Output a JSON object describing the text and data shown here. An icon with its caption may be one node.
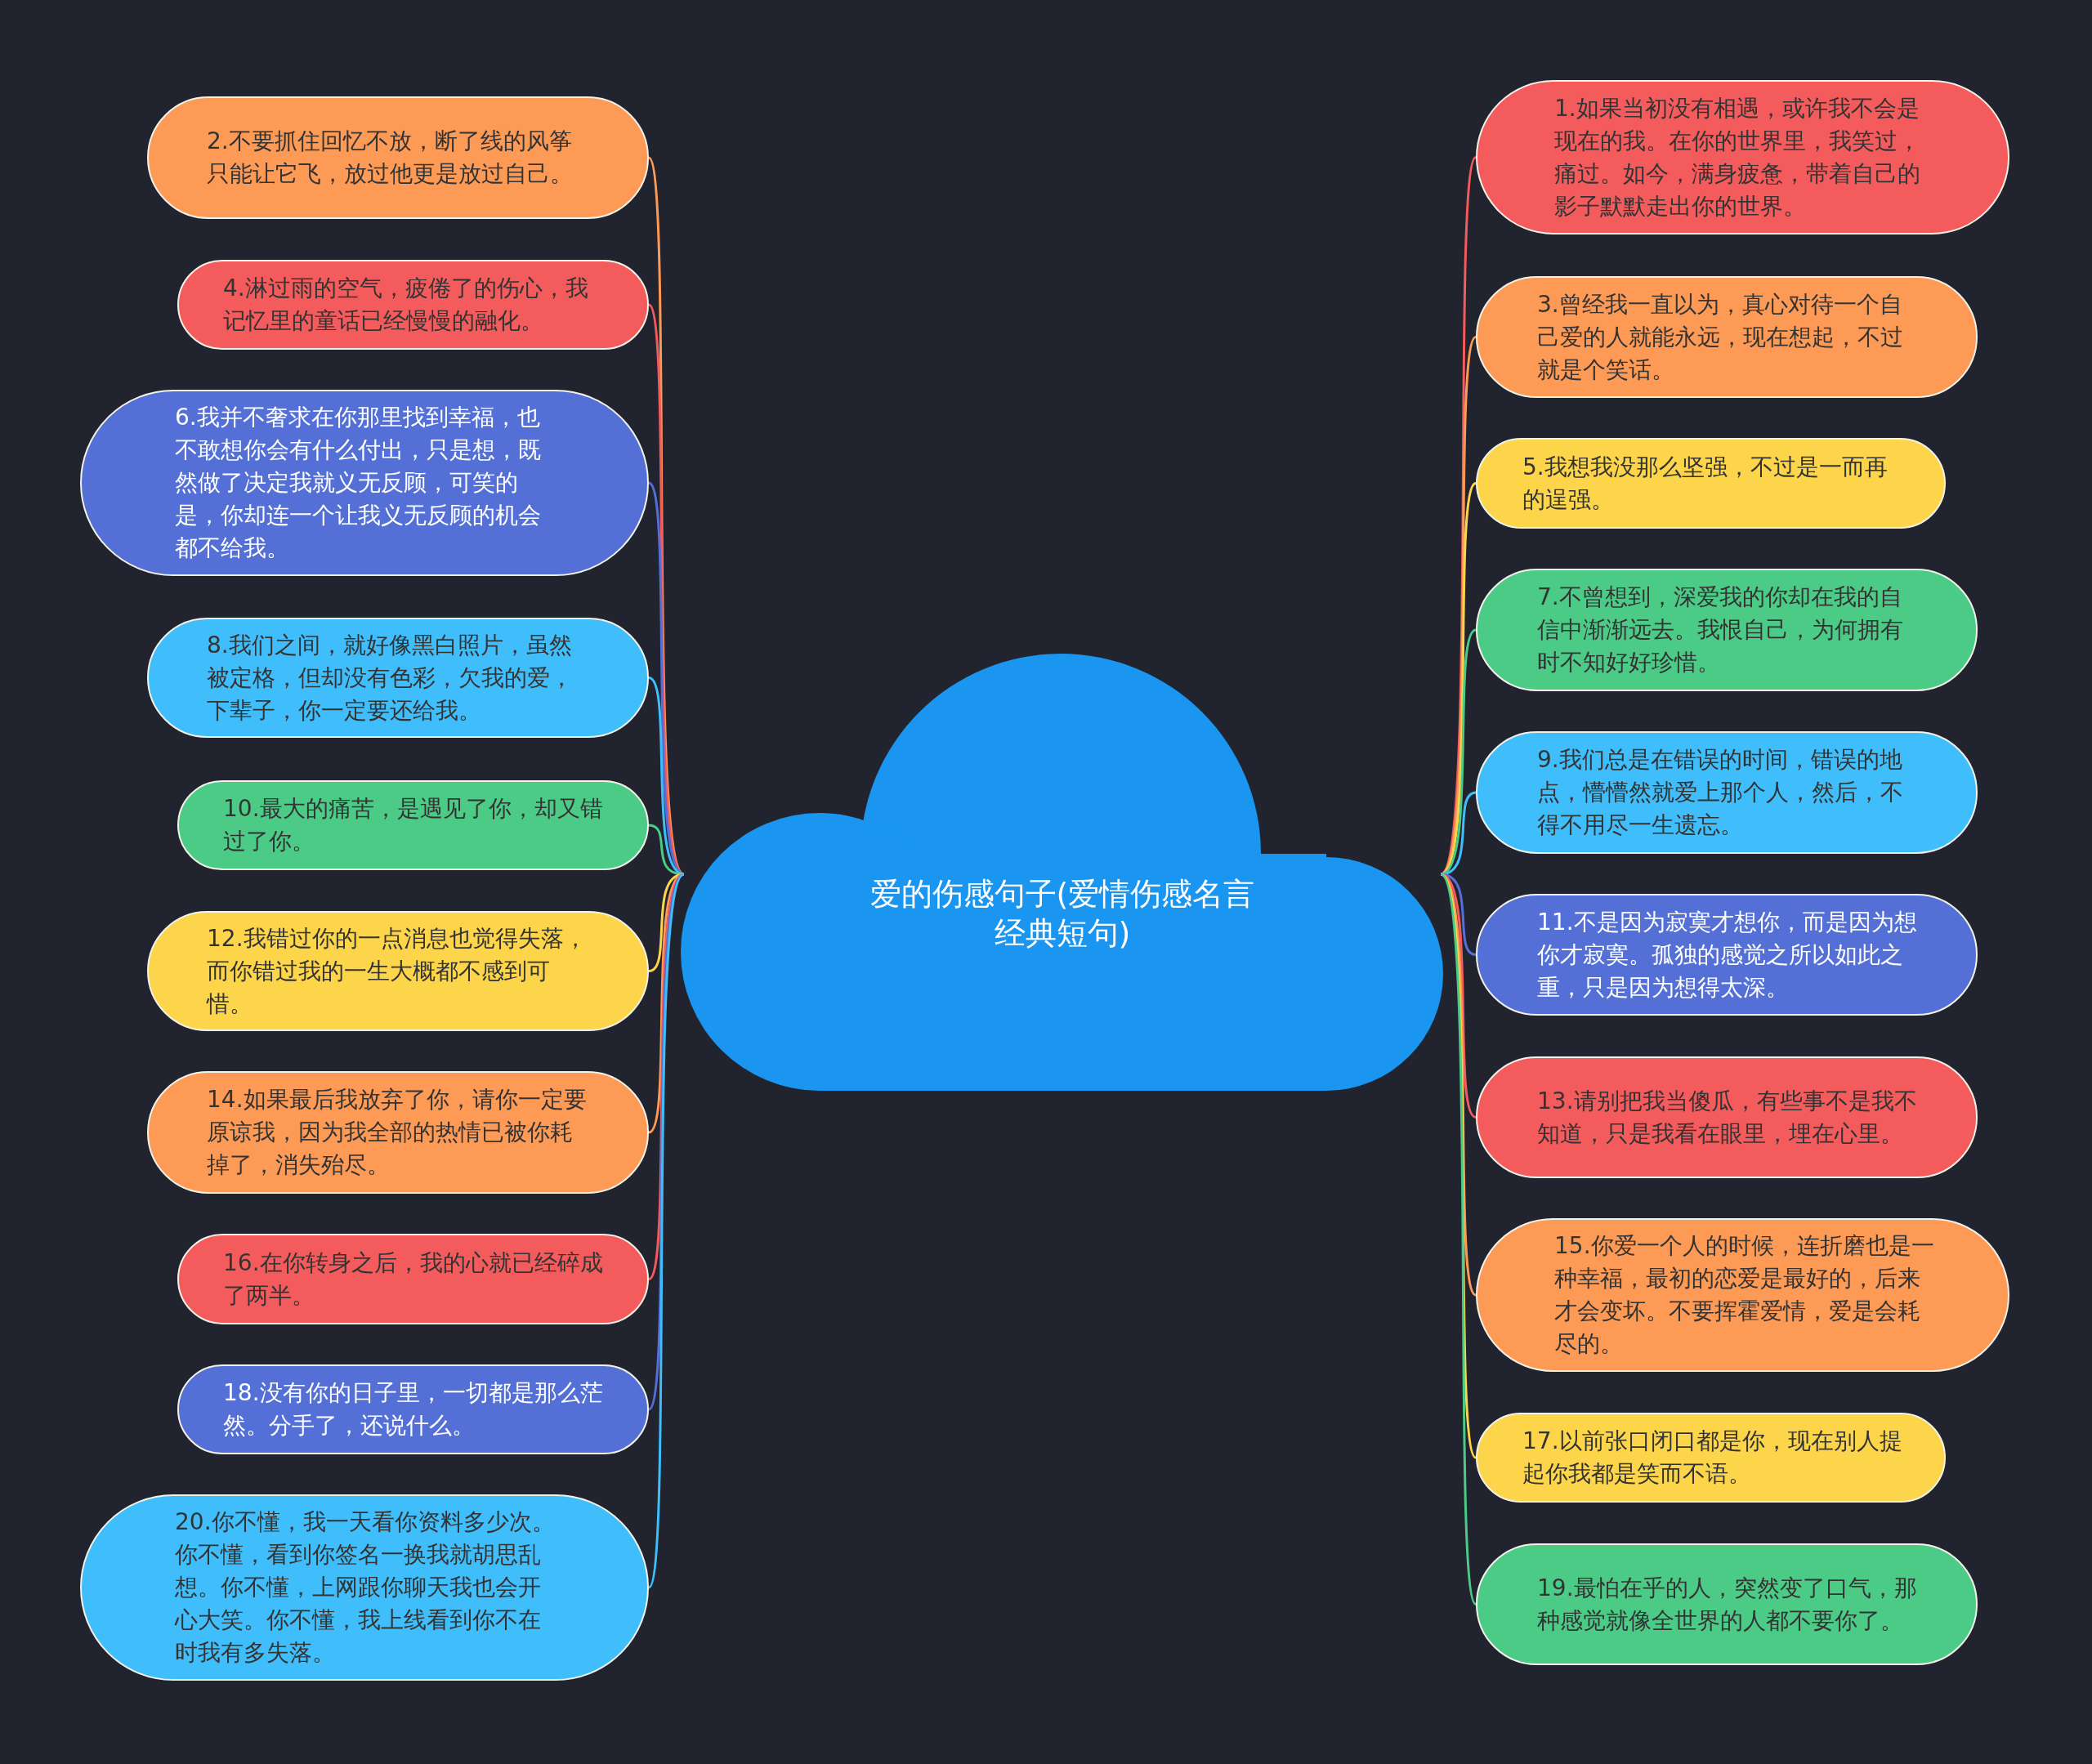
{
  "diagram": {
    "nodes": [
      {
        "text": [
          "爱的伤感句子(爱情伤感名言经典短句)"
        ]
      },
      {
        "text": [
          "1.如果当初没有相遇，或许我不会是现在的我。在你的世界里，我笑过，痛过。如今，满身疲惫，带着自己的影子默默走出你的世界。"
        ]
      },
      {
        "text": [
          "2.不要抓住回忆不放，断了线的风筝只能让它飞，放过他更是放过自己。"
        ]
      },
      {
        "text": [
          "3.曾经我一直以为，真心对待一个自己爱的人就能永远，现在想起，不过就是个笑话。"
        ]
      },
      {
        "text": [
          "4.淋过雨的空气，疲倦了的伤心，我记忆里的童话已经慢慢的融化。"
        ]
      },
      {
        "text": [
          "5.我想我没那么坚强，不过是一而再的逞强。"
        ]
      },
      {
        "text": [
          "6.我并不奢求在你那里找到幸福，也不敢想你会有什么付出，只是想，既然做了决定我就义无反顾，可笑的是，你却连一个让我义无反顾的机会都不给我。"
        ]
      },
      {
        "text": [
          "7.不曾想到，深爱我的你却在我的自信中渐渐远去。我恨自己，为何拥有时不知好好珍惜。"
        ]
      },
      {
        "text": [
          "8.我们之间，就好像黑白照片，虽然被定格，但却没有色彩，欠我的爱，下辈子，你一定要还给我。"
        ]
      },
      {
        "text": [
          "9.我们总是在错误的时间，错误的地点，懵懵然就爱上那个人，然后，不得不用尽一生遗忘。"
        ]
      },
      {
        "text": [
          "10.最大的痛苦，是遇见了你，却又错过了你。"
        ]
      },
      {
        "text": [
          "11.不是因为寂寞才想你，而是因为想你才寂寞。孤独的感觉之所以如此之重，只是因为想得太深。"
        ]
      },
      {
        "text": [
          "12.我错过你的一点消息也觉得失落，而你错过我的一生大概都不感到可惜。"
        ]
      },
      {
        "text": [
          "13.请别把我当傻瓜，有些事不是我不知道，只是我看在眼里，埋在心里。"
        ]
      },
      {
        "text": [
          "14.如果最后我放弃了你，请你一定要原谅我，因为我全部的热情已被你耗掉了，消失殆尽。"
        ]
      },
      {
        "text": [
          "15.你爱一个人的时候，连折磨也是一种幸福，最初的恋爱是最好的，后来才会变坏。不要挥霍爱情，爱是会耗尽的。"
        ]
      },
      {
        "text": [
          "16.在你转身之后，我的心就已经碎成了两半。"
        ]
      },
      {
        "text": [
          "17.以前张口闭口都是你，现在别人提起你我都是笑而不语。"
        ]
      },
      {
        "text": [
          "18.没有你的日子里，一切都是那么茫然。分手了，还说什么。"
        ]
      },
      {
        "text": [
          "19.最怕在乎的人，突然变了口气，那种感觉就像全世界的人都不要你了。"
        ]
      },
      {
        "text": [
          "20.你不懂，我一天看你资料多少次。你不懂，看到你签名一换我就胡思乱想。你不懂，上网跟你聊天我也会开心大笑。你不懂，我上线看到你不在时我有多失落。"
        ]
      }
    ],
    "edges": [
      {
        "from": 0,
        "to": 1,
        "arrow": "none",
        "color": "#f45b5c"
      },
      {
        "from": 0,
        "to": 2,
        "arrow": "none",
        "color": "#fd9a55"
      },
      {
        "from": 0,
        "to": 3,
        "arrow": "none",
        "color": "#fd9a55"
      },
      {
        "from": 0,
        "to": 4,
        "arrow": "none",
        "color": "#f45b5c"
      },
      {
        "from": 0,
        "to": 5,
        "arrow": "none",
        "color": "#fdd54a"
      },
      {
        "from": 0,
        "to": 6,
        "arrow": "none",
        "color": "#5470d6"
      },
      {
        "from": 0,
        "to": 7,
        "arrow": "none",
        "color": "#4ccb87"
      },
      {
        "from": 0,
        "to": 8,
        "arrow": "none",
        "color": "#3fbefb"
      },
      {
        "from": 0,
        "to": 9,
        "arrow": "none",
        "color": "#3fbefb"
      },
      {
        "from": 0,
        "to": 10,
        "arrow": "none",
        "color": "#4ccb87"
      },
      {
        "from": 0,
        "to": 11,
        "arrow": "none",
        "color": "#5470d6"
      },
      {
        "from": 0,
        "to": 12,
        "arrow": "none",
        "color": "#fdd54a"
      },
      {
        "from": 0,
        "to": 13,
        "arrow": "none",
        "color": "#f45b5c"
      },
      {
        "from": 0,
        "to": 14,
        "arrow": "none",
        "color": "#fd9a55"
      },
      {
        "from": 0,
        "to": 15,
        "arrow": "none",
        "color": "#fd9a55"
      },
      {
        "from": 0,
        "to": 16,
        "arrow": "none",
        "color": "#f45b5c"
      },
      {
        "from": 0,
        "to": 17,
        "arrow": "none",
        "color": "#fdd54a"
      },
      {
        "from": 0,
        "to": 18,
        "arrow": "none",
        "color": "#5470d6"
      },
      {
        "from": 0,
        "to": 19,
        "arrow": "none",
        "color": "#4ccb87"
      },
      {
        "from": 0,
        "to": 20,
        "arrow": "none",
        "color": "#3fbefb"
      }
    ]
  }
}
